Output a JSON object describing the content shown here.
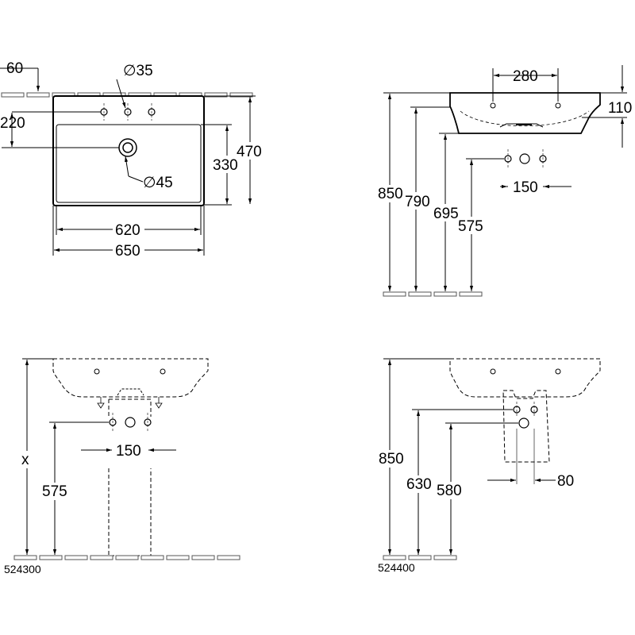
{
  "top_view": {
    "dim_60": "60",
    "dim_35": "∅35",
    "dim_220": "220",
    "dim_45": "∅45",
    "dim_330": "330",
    "dim_470": "470",
    "dim_620": "620",
    "dim_650": "650"
  },
  "side_view": {
    "dim_280": "280",
    "dim_110": "110",
    "dim_850": "850",
    "dim_790": "790",
    "dim_695": "695",
    "dim_575": "575",
    "dim_150": "150"
  },
  "pedestal_view": {
    "dim_150": "150",
    "dim_x": "x",
    "dim_575": "575",
    "product_code": "524300"
  },
  "semi_pedestal_view": {
    "dim_850": "850",
    "dim_630": "630",
    "dim_580": "580",
    "dim_80": "80",
    "product_code": "524400"
  }
}
